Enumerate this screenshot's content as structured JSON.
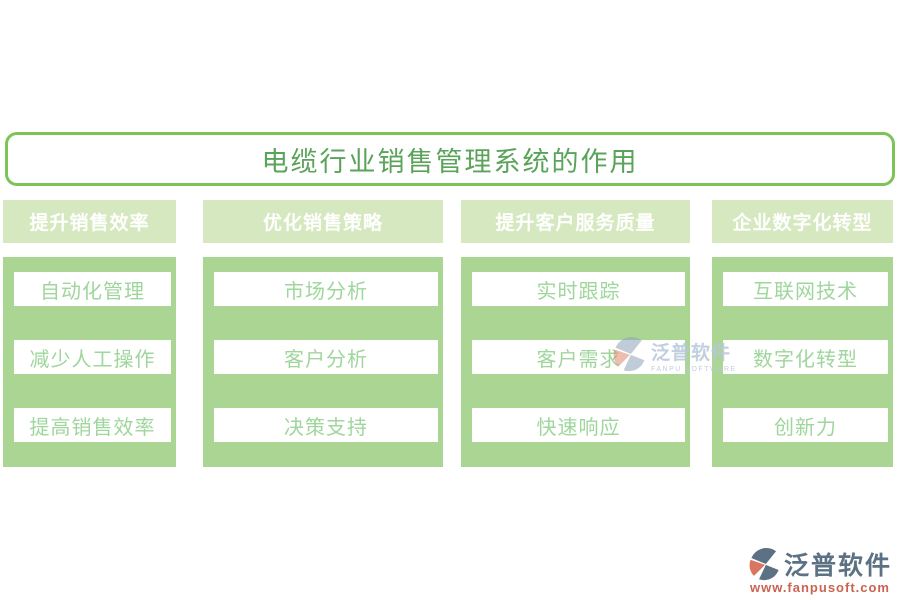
{
  "title": "电缆行业销售管理系统的作用",
  "columns": [
    {
      "header": "提升销售效率",
      "items": [
        "自动化管理",
        "减少人工操作",
        "提高销售效率"
      ]
    },
    {
      "header": "优化销售策略",
      "items": [
        "市场分析",
        "客户分析",
        "决策支持"
      ]
    },
    {
      "header": "提升客户服务质量",
      "items": [
        "实时跟踪",
        "客户需求",
        "快速响应"
      ]
    },
    {
      "header": "企业数字化转型",
      "items": [
        "互联网技术",
        "数字化转型",
        "创新力"
      ]
    }
  ],
  "watermark": {
    "brand": "泛普软件",
    "brand_en": "FANPU SOFTWARE"
  },
  "footer_logo": {
    "brand": "泛普软件",
    "url": "www.fanpusoft.com"
  },
  "icons": {
    "logo": "fanpu-logo-icon"
  },
  "colors": {
    "border_green": "#7cc455",
    "title_green": "#5aa35a",
    "header_bg_green": "#d6e8bf",
    "body_green": "#aad592",
    "item_text_green": "#9fd69c",
    "header_text": "#ffffff",
    "logo_slate": "#5c7183",
    "logo_orange": "#d9765f",
    "url_red": "#ca6350"
  }
}
